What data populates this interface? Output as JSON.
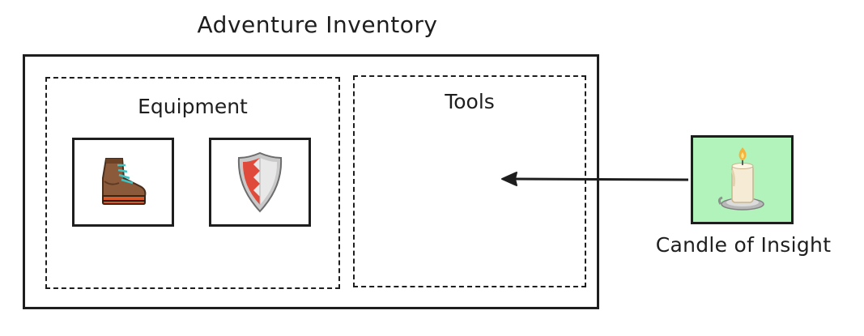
{
  "title": "Adventure Inventory",
  "sections": {
    "equipment": {
      "label": "Equipment",
      "items": [
        {
          "name": "hiking-boot",
          "icon": "hiking-boot-icon"
        },
        {
          "name": "shield",
          "icon": "shield-icon"
        }
      ]
    },
    "tools": {
      "label": "Tools"
    }
  },
  "incoming_item": {
    "label": "Candle of Insight",
    "icon": "candle-icon",
    "highlight_color": "#b2f2bb"
  },
  "connector": {
    "from": "Candle of Insight",
    "to": "Tools",
    "type": "arrow"
  }
}
